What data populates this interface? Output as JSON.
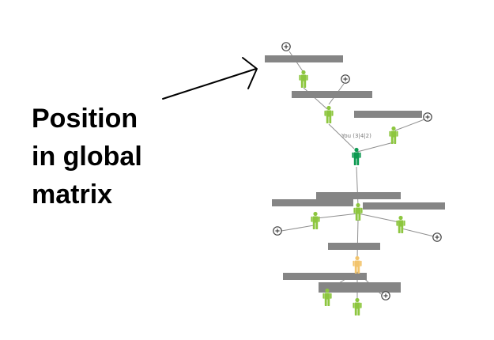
{
  "caption": {
    "lines": [
      "Position",
      "in global",
      "matrix"
    ]
  },
  "you_label": "You (3|4|2)",
  "colors": {
    "member": "#8dc63f",
    "you": "#0e9a52",
    "pending": "#f2c46d",
    "name_bar": "#858585",
    "line": "#8f8f8f",
    "arrow": "#000000"
  },
  "icons": {
    "add": "plus-circle-icon",
    "person": "person-icon"
  },
  "nodes": [
    {
      "id": "top",
      "type": "member"
    },
    {
      "id": "level-2",
      "type": "member"
    },
    {
      "id": "sibling-right",
      "type": "member"
    },
    {
      "id": "you",
      "type": "you"
    },
    {
      "id": "child-center",
      "type": "member"
    },
    {
      "id": "child-left",
      "type": "member"
    },
    {
      "id": "child-right",
      "type": "member"
    },
    {
      "id": "pending",
      "type": "pending"
    },
    {
      "id": "bottom-left",
      "type": "member"
    },
    {
      "id": "bottom-center",
      "type": "member"
    }
  ]
}
